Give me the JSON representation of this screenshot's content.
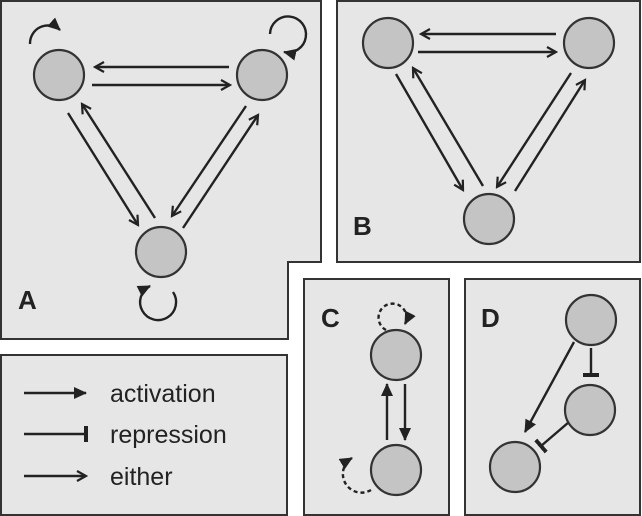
{
  "panels": {
    "a": {
      "label": "A"
    },
    "b": {
      "label": "B"
    },
    "c": {
      "label": "C"
    },
    "d": {
      "label": "D"
    }
  },
  "legend": {
    "activation": "activation",
    "repression": "repression",
    "either": "either"
  },
  "colors": {
    "panel_fill": "#e6e6e6",
    "node_fill": "#c4c4c4",
    "line": "#222222"
  }
}
